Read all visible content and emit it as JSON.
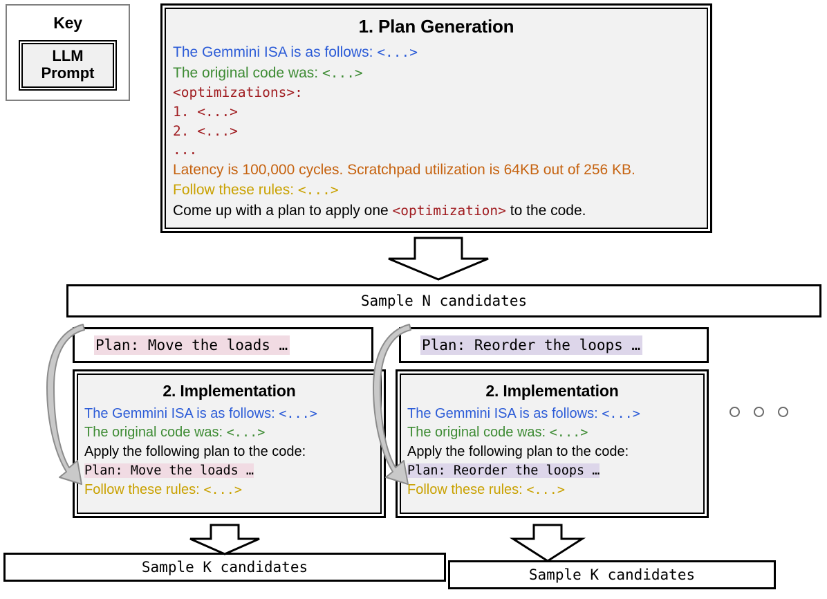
{
  "key": {
    "title": "Key",
    "legend_label": "LLM\nPrompt",
    "legend_line1": "LLM",
    "legend_line2": "Prompt"
  },
  "plan_generation": {
    "title": "1. Plan Generation",
    "lines": [
      {
        "text": "The Gemmini ISA is as follows: ",
        "color": "blue",
        "tail_mono": "<...>"
      },
      {
        "text": "The original code was: ",
        "color": "green",
        "tail_mono": "<...>"
      },
      {
        "text": "<optimizations>:",
        "color": "red",
        "mono": true
      },
      {
        "text": "1. <...>",
        "color": "red",
        "mono": true
      },
      {
        "text": "2. <...>",
        "color": "red",
        "mono": true
      },
      {
        "text": "...",
        "color": "red",
        "mono": true
      },
      {
        "text": "Latency is 100,000 cycles. Scratchpad utilization is 64KB out of 256 KB.",
        "color": "orange"
      },
      {
        "text": "Follow these rules: ",
        "color": "gold",
        "tail_mono": "<...>"
      },
      {
        "text": "Come up with a plan to apply one ",
        "color": "black",
        "mid_mono": "<optimization>",
        "tail_text": " to the code."
      }
    ],
    "line_isa": "The Gemmini ISA is as follows:",
    "line_original": "The original code was:",
    "line_optimizations": "<optimizations>:",
    "line_1": "1. <...>",
    "line_2": "2. <...>",
    "line_dots": "...",
    "line_latency": "Latency is 100,000 cycles. Scratchpad utilization is 64KB out of 256 KB.",
    "line_rules": "Follow these rules:",
    "line_comeup_pre": "Come up with a plan to apply one ",
    "line_comeup_mono": "<optimization>",
    "line_comeup_post": " to the code.",
    "ellipsis_mono": "<...>"
  },
  "sample_n": {
    "label": "Sample N candidates"
  },
  "candidates": [
    {
      "plan_text": "Plan: Move the loads …",
      "highlight": "pink",
      "impl": {
        "title": "2. Implementation",
        "line_isa": "The Gemmini ISA is as follows:",
        "line_original": "The original code was:",
        "line_apply": "Apply the following plan to the code:",
        "line_plan": "Plan: Move the loads …",
        "line_rules": "Follow these rules:",
        "ellipsis_mono": "<...>"
      },
      "sample_k_label": "Sample K candidates"
    },
    {
      "plan_text": "Plan: Reorder the loops …",
      "highlight": "purple",
      "impl": {
        "title": "2. Implementation",
        "line_isa": "The Gemmini ISA is as follows:",
        "line_original": "The original code was:",
        "line_apply": "Apply the following plan to the code:",
        "line_plan": "Plan: Reorder the loops …",
        "line_rules": "Follow these rules:",
        "ellipsis_mono": "<...>"
      },
      "sample_k_label": "Sample K candidates"
    }
  ],
  "more_indicator": "○ ○ ○",
  "colors": {
    "blue": "#2b5bd7",
    "green": "#3d8b33",
    "red": "#a01c20",
    "orange": "#c66310",
    "gold": "#c9a100",
    "black": "#000000",
    "highlight_pink": "#f1dbe3",
    "highlight_purple": "#ddd6ea",
    "prompt_fill": "#f2f2f2",
    "arrow_gray": "#b3b3b3"
  }
}
